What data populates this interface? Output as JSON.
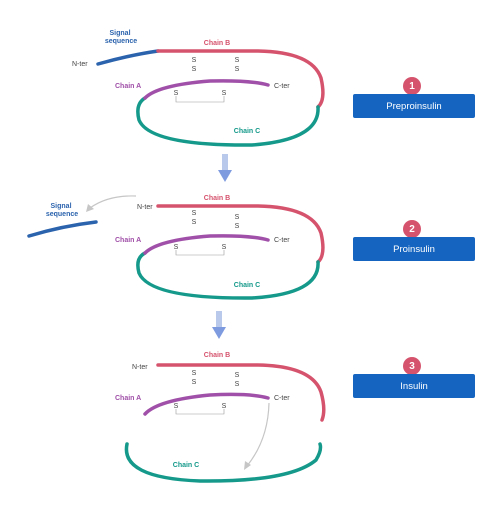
{
  "colors": {
    "signal": "#2b63ad",
    "chain_b": "#d6536d",
    "chain_a": "#a050a8",
    "chain_c": "#14998a",
    "badge": "#d6536d",
    "button": "#1565c0",
    "arrow": "#8fa9dd"
  },
  "stages": [
    {
      "number": "1",
      "label": "Preproinsulin",
      "signal_sequence": "Signal\nsequence",
      "n_ter": "N-ter",
      "c_ter": "C-ter",
      "chain_a": "Chain A",
      "chain_b": "Chain B",
      "chain_c": "Chain C",
      "s": "S"
    },
    {
      "number": "2",
      "label": "Proinsulin",
      "signal_sequence": "Signal\nsequence",
      "n_ter": "N-ter",
      "c_ter": "C-ter",
      "chain_a": "Chain A",
      "chain_b": "Chain B",
      "chain_c": "Chain C",
      "s": "S"
    },
    {
      "number": "3",
      "label": "Insulin",
      "n_ter": "N-ter",
      "c_ter": "C-ter",
      "chain_a": "Chain A",
      "chain_b": "Chain B",
      "chain_c": "Chain C",
      "s": "S"
    }
  ]
}
